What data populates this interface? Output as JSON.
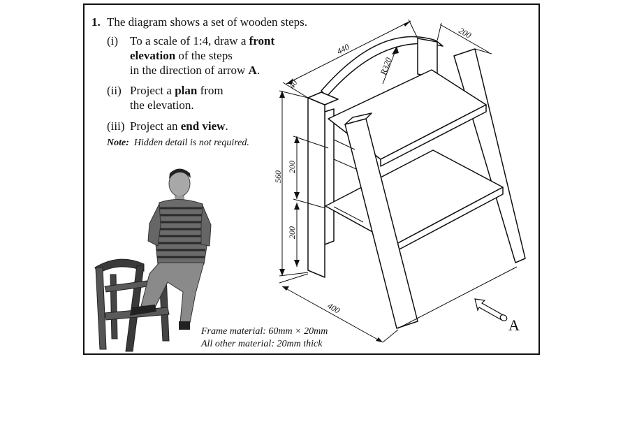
{
  "question": {
    "number": "1.",
    "intro": "The diagram shows a set of wooden steps."
  },
  "parts": [
    {
      "roman": "(i)",
      "lines": [
        {
          "a": "To a scale of 1:4, draw a ",
          "b": "front"
        },
        {
          "a": "",
          "b": "elevation",
          "c": " of the steps"
        },
        {
          "a": "in the direction of arrow ",
          "b": "A",
          "c": "."
        }
      ]
    },
    {
      "roman": "(ii)",
      "lines": [
        {
          "a": "Project a ",
          "b": "plan",
          "c": " from"
        },
        {
          "a": "the elevation."
        }
      ]
    },
    {
      "roman": "(iii)",
      "lines": [
        {
          "a": "Project an ",
          "b": "end view",
          "c": "."
        }
      ]
    }
  ],
  "note": {
    "label": "Note:",
    "text": "Hidden detail is not required."
  },
  "materials": {
    "frame": "Frame material: 60mm × 20mm",
    "other": "All other material: 20mm thick"
  },
  "dimensions": {
    "width_top": "440",
    "depth": "200",
    "radius": "R320",
    "frame_thickness": "40",
    "height_total": "560",
    "step_upper": "200",
    "step_lower": "200",
    "base_width": "400"
  },
  "arrow_label": "A"
}
